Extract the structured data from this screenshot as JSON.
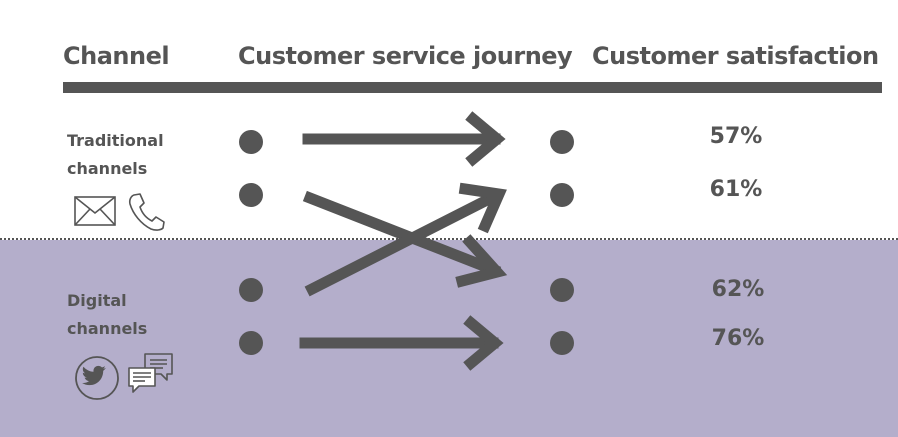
{
  "headers": {
    "channel": "Channel",
    "journey": "Customer service journey",
    "satisfaction": "Customer satisfaction"
  },
  "groups": {
    "traditional": {
      "label_line1": "Traditional",
      "label_line2": "channels",
      "icons": [
        "envelope-icon",
        "phone-icon"
      ]
    },
    "digital": {
      "label_line1": "Digital",
      "label_line2": "channels",
      "icons": [
        "twitter-icon",
        "chat-bubbles-icon"
      ]
    }
  },
  "satisfaction": [
    "57%",
    "61%",
    "62%",
    "76%"
  ],
  "colors": {
    "text": "#555555",
    "lower_band": "#b4aecb",
    "arrows": "#555555"
  }
}
